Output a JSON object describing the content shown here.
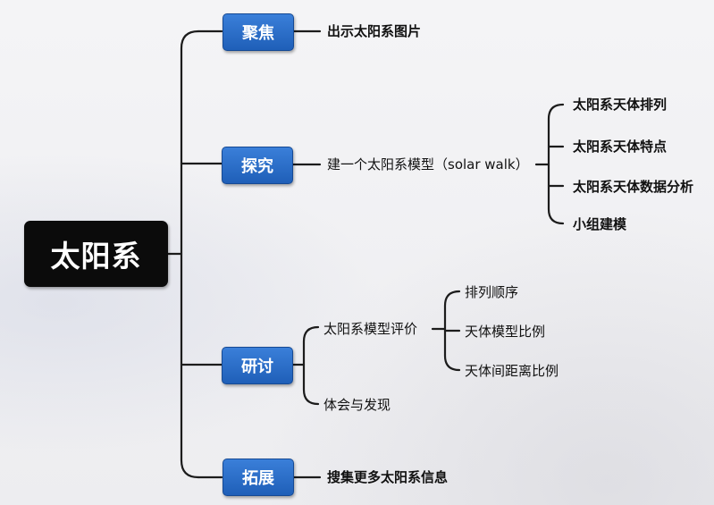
{
  "root": {
    "label": "太阳系"
  },
  "branches": [
    {
      "label": "聚焦",
      "child": "出示太阳系图片"
    },
    {
      "label": "探究",
      "child": "建一个太阳系模型（solar walk）",
      "sub": [
        "太阳系天体排列",
        "太阳系天体特点",
        "太阳系天体数据分析",
        "小组建模"
      ]
    },
    {
      "label": "研讨",
      "child": "太阳系模型评价",
      "child2": "体会与发现",
      "sub": [
        "排列顺序",
        "天体模型比例",
        "天体间距离比例"
      ]
    },
    {
      "label": "拓展",
      "child": "搜集更多太阳系信息"
    }
  ],
  "colors": {
    "branch_fill": "#2a6ccb",
    "root_fill": "#0b0b0b",
    "line": "#1c1c1c"
  }
}
